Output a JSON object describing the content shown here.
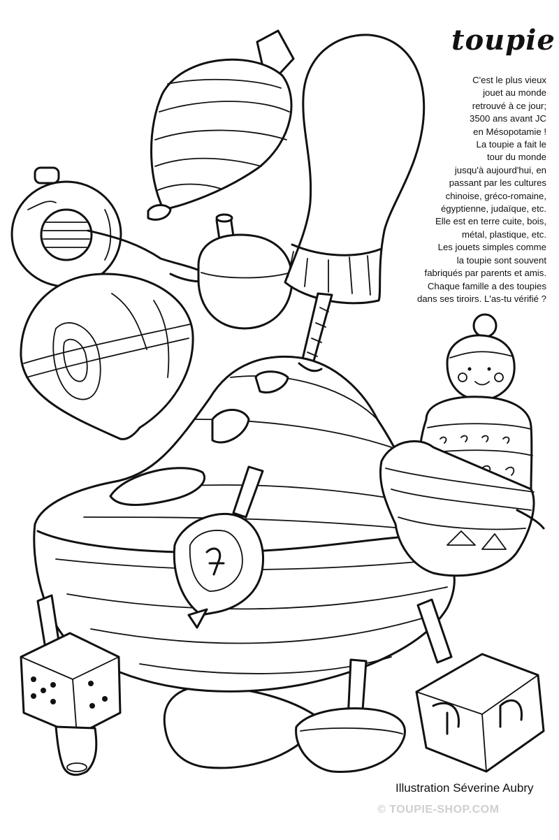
{
  "title": "toupie",
  "description_lines": [
    "C'est le plus vieux",
    "jouet au monde",
    "retrouvé à ce jour;",
    "3500 ans avant JC",
    "en Mésopotamie !",
    "La toupie a fait le",
    "tour du monde",
    "jusqu'à aujourd'hui, en",
    "passant par les cultures",
    "chinoise, gréco-romaine,",
    "égyptienne, judaïque, etc.",
    "Elle est en terre cuite, bois,",
    "métal, plastique, etc.",
    "Les jouets simples comme",
    "la toupie sont souvent",
    "fabriqués par parents et amis.",
    "Chaque famille a des toupies",
    "dans ses tiroirs. L'as-tu vérifié ?"
  ],
  "credit": "Illustration Séverine Aubry",
  "copyright": "© TOUPIE-SHOP.COM",
  "colors": {
    "ink": "#111111",
    "paper": "#ffffff",
    "watermark": "#cfcfcf"
  }
}
